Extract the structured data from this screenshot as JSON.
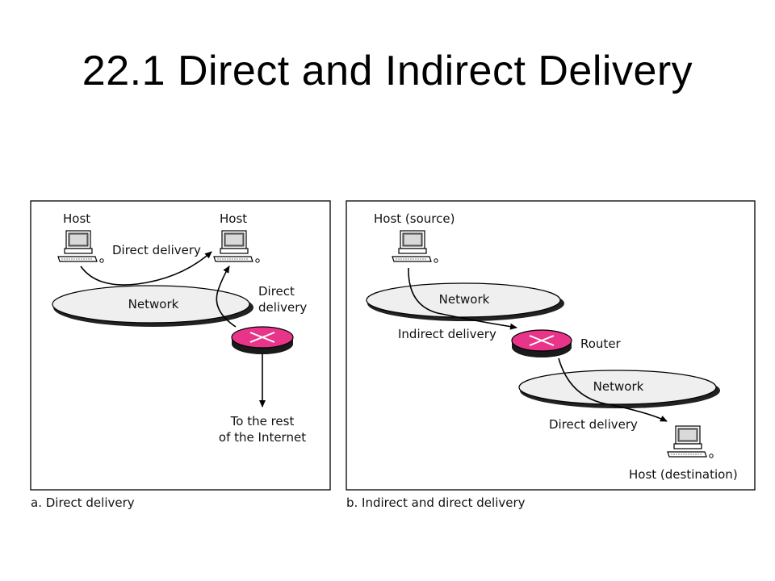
{
  "title": "22.1 Direct and Indirect Delivery",
  "panel_a": {
    "caption": "a. Direct delivery",
    "host_left": "Host",
    "host_right": "Host",
    "arrow_top_label": "Direct delivery",
    "network": "Network",
    "router_arrow_label_1": "Direct",
    "router_arrow_label_2": "delivery",
    "internet_label_1": "To the rest",
    "internet_label_2": "of the Internet"
  },
  "panel_b": {
    "caption": "b. Indirect and direct delivery",
    "host_source": "Host (source)",
    "network_top": "Network",
    "indirect_label": "Indirect delivery",
    "router": "Router",
    "network_bottom": "Network",
    "direct_label": "Direct delivery",
    "host_destination": "Host (destination)"
  },
  "colors": {
    "router": "#e8358a",
    "router_side": "#1a1a1a",
    "ellipse_shadow": "#222222"
  }
}
